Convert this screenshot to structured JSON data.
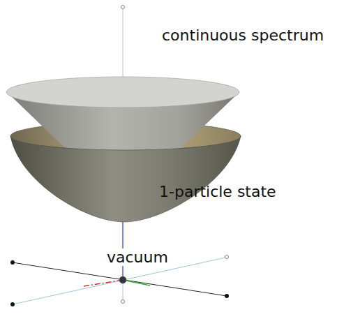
{
  "diagram": {
    "labels": [
      "continuous spectrum",
      "1-particle state",
      "vacuum"
    ]
  }
}
